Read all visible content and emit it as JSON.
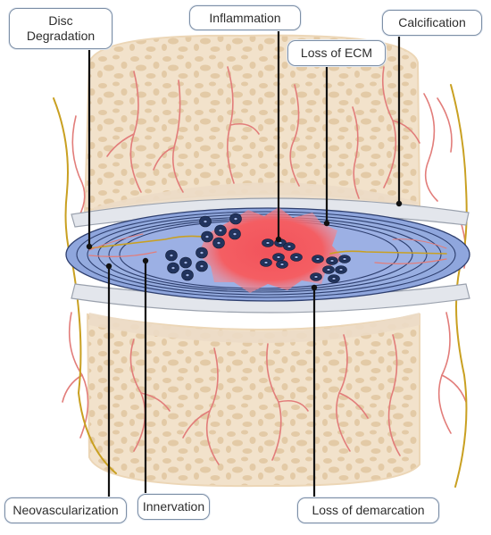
{
  "labels": {
    "disc_degradation": "Disc\nDegradation",
    "inflammation": "Inflammation",
    "calcification": "Calcification",
    "loss_of_ecm": "Loss of ECM",
    "neovascularization": "Neovascularization",
    "innervation": "Innervation",
    "loss_of_demarcation": "Loss of demarcation"
  },
  "colors": {
    "bone": "#f2e2cb",
    "bone_pore": "#e3caa6",
    "vessel": "#e27d7a",
    "nerve": "#c9a021",
    "endplate": "#e3e6ec",
    "annulus": "#8fa6dd",
    "annulus_line": "#2d3e6e",
    "nucleus": "#9cb0e4",
    "inflammation": "#f2535b",
    "cell": "#22345e",
    "leader": "#111111"
  },
  "icons": [
    "cell-cluster",
    "inflammation-blob",
    "nerve-fiber",
    "blood-vessel"
  ]
}
